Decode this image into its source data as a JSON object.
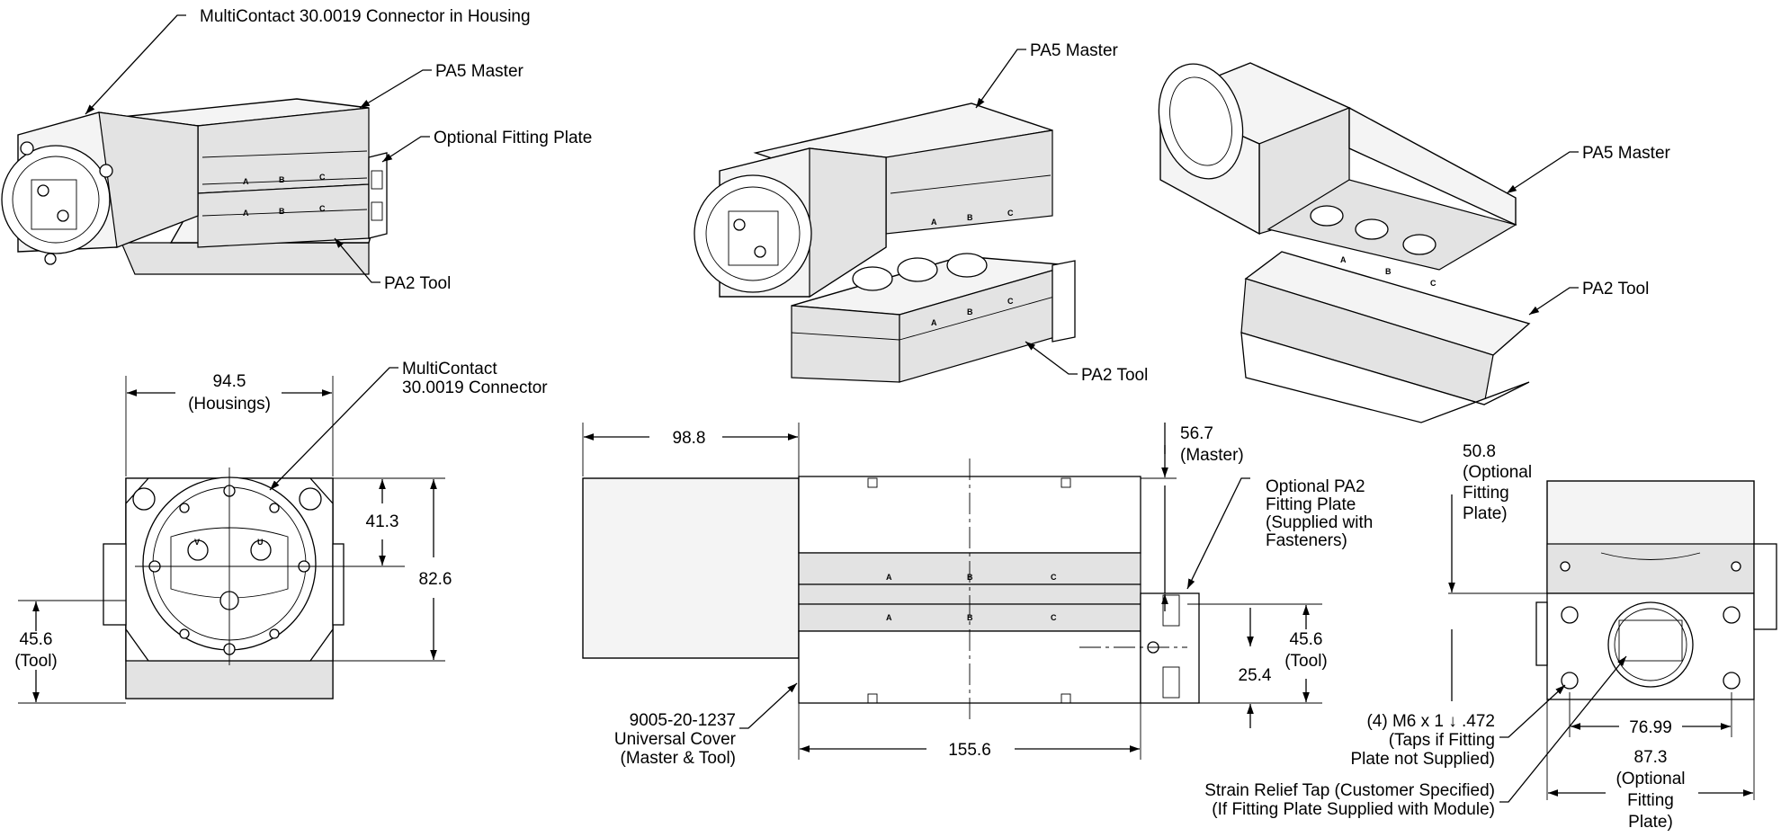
{
  "callouts": {
    "iso1_connector": "MultiContact 30.0019 Connector in Housing",
    "iso1_master": "PA5 Master",
    "iso1_fitting": "Optional Fitting Plate",
    "iso1_tool": "PA2 Tool",
    "iso2_master": "PA5 Master",
    "iso2_tool": "PA2 Tool",
    "iso3_master": "PA5 Master",
    "iso3_tool": "PA2 Tool",
    "front_connector_l1": "MultiContact",
    "front_connector_l2": "30.0019 Connector",
    "side_fitting_l1": "Optional PA2",
    "side_fitting_l2": "Fitting Plate",
    "side_fitting_l3": "(Supplied with",
    "side_fitting_l4": "Fasteners)",
    "cover_l1": "9005-20-1237",
    "cover_l2": "Universal Cover",
    "cover_l3": "(Master & Tool)",
    "tap_l1": "(4) M6 x 1 ↓ .472",
    "tap_l2": "(Taps if Fitting",
    "tap_l3": "Plate not Supplied)",
    "strain_l1": "Strain Relief Tap (Customer Specified)",
    "strain_l2": "(If Fitting Plate Supplied with Module)"
  },
  "dimensions": {
    "front_width": "94.5",
    "front_width_note": "(Housings)",
    "front_413": "41.3",
    "front_826": "82.6",
    "front_tool": "45.6",
    "front_tool_note": "(Tool)",
    "side_988": "98.8",
    "side_567": "56.7",
    "side_567_note": "(Master)",
    "side_tool": "45.6",
    "side_tool_note": "(Tool)",
    "side_254": "25.4",
    "side_1556": "155.6",
    "end_508": "50.8",
    "end_508_l2": "(Optional",
    "end_508_l3": "Fitting",
    "end_508_l4": "Plate)",
    "end_7699": "76.99",
    "end_873": "87.3",
    "end_873_l2": "(Optional",
    "end_873_l3": "Fitting",
    "end_873_l4": "Plate)"
  },
  "markings": {
    "a": "A",
    "b": "B",
    "c": "C",
    "v": "V",
    "u": "U"
  }
}
